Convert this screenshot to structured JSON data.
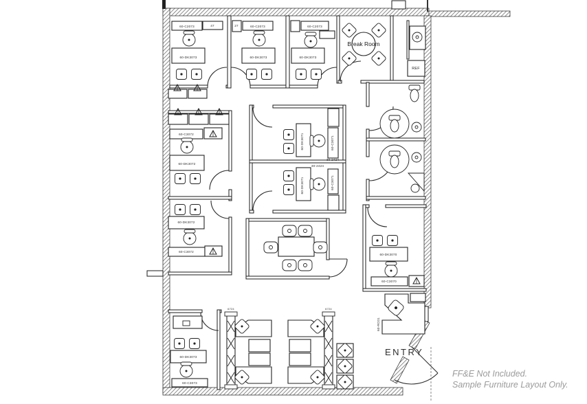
{
  "plan": {
    "rooms": {
      "break_room_label": "Break Room",
      "ref_label": "REF",
      "entry_label": "ENTRY"
    },
    "disclaimer": {
      "line1": "FF&E Not Included.",
      "line2": "Sample Furniture Layout Only."
    },
    "codes": {
      "top_office_1_credenza": "60-C2073",
      "top_office_1_desk": "60-DK3073",
      "top_office_1_cabinet": "47",
      "top_office_2_credenza": "60-C2073",
      "top_office_2_desk": "60-DK3073",
      "top_office_2_cabinet": "27",
      "top_office_3_credenza": "60-C2073",
      "top_office_3_desk": "60-DK3073",
      "left_office_1_credenza": "60-C3072",
      "left_office_1_desk": "60-DK3072",
      "left_office_2_desk": "60-DK3072",
      "left_office_2_credenza": "60-C3072",
      "center_office_1_desk": "60-DK3071",
      "center_office_1_credenza": "60-C3071",
      "center_office_2_desk": "60-DK3071",
      "center_office_2_credenza": "60-C3071",
      "center_divider_note_1": "30-2424",
      "center_divider_note_2": "30-2424",
      "right_office_desk": "60-DK3070",
      "right_office_credenza": "60-C3070",
      "bottom_left_office_desk": "60-DK3073",
      "bottom_left_office_credenza": "60-C3073",
      "cubicle_panel_1": "6724",
      "cubicle_panel_2": "6724",
      "reception_desk": "60-RC01"
    }
  }
}
